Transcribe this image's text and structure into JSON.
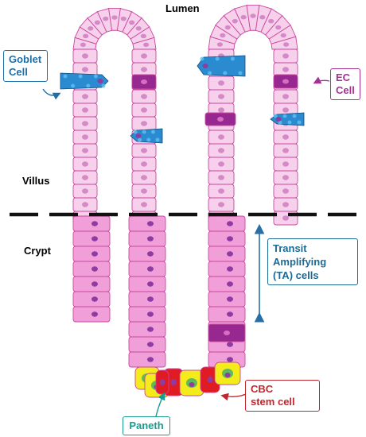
{
  "labels": {
    "lumen": "Lumen",
    "villus": "Villus",
    "crypt": "Crypt",
    "goblet": [
      "Goblet",
      "Cell"
    ],
    "ec": [
      "EC",
      "Cell"
    ],
    "transit": [
      "Transit",
      "Amplifying",
      "(TA) cells"
    ],
    "cbc": [
      "CBC",
      "stem cell"
    ],
    "paneth": "Paneth"
  },
  "colors": {
    "villus_cell": "#f7d1ec",
    "villus_nucleus": "#d58ac8",
    "crypt_cell": "#f09fd9",
    "crypt_nucleus": "#8e3ca3",
    "cell_outline": "#c9479f",
    "ec_cell": "#97288f",
    "goblet_cell": "#2b8bd0",
    "paneth_cell": "#f3ec1a",
    "cbc_cell": "#e01b24",
    "ta_arrow": "#2a6ea6",
    "goblet_label": "#1f6fa8",
    "ec_label": "#a53196",
    "ta_label": "#1a6b96",
    "cbc_label": "#c0262d",
    "paneth_label": "#1a9b8d"
  }
}
